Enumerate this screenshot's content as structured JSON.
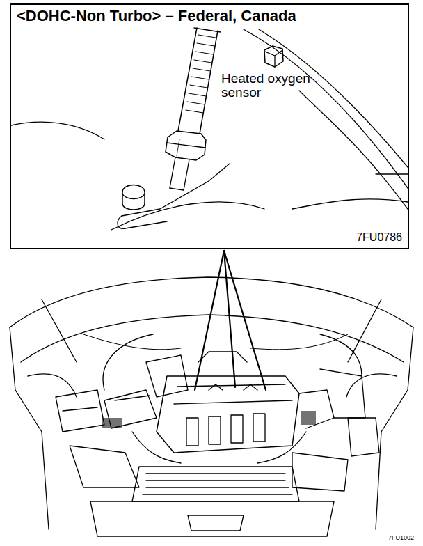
{
  "diagram": {
    "nodes": [
      {
        "text": [
          "<DOHC-Non Turbo> – Federal, Canada",
          "Heated oxygen sensor",
          "7FU0786"
        ]
      }
    ],
    "labels": [
      "7FU1002"
    ]
  }
}
